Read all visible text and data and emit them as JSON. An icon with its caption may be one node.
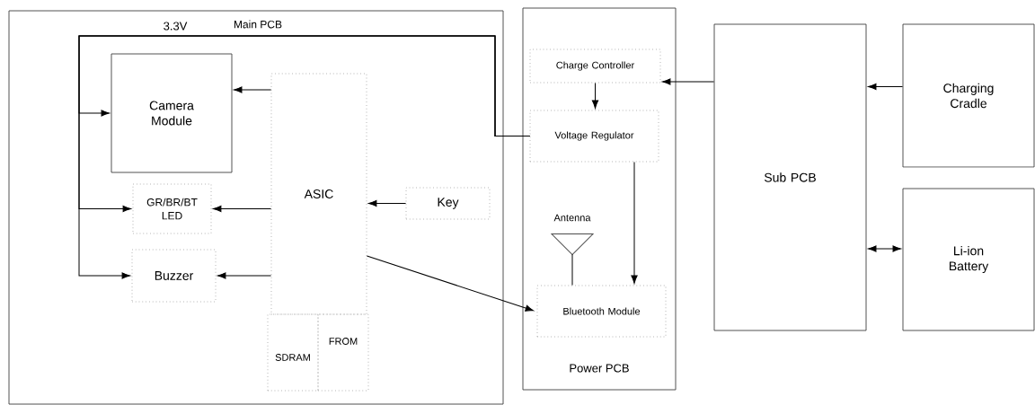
{
  "diagram": {
    "nodes": [
      {
        "text": [
          "Main PCB"
        ]
      },
      {
        "text": [
          "Camera Module"
        ],
        "in": 0
      },
      {
        "text": [
          "GR/BR/BT LED"
        ],
        "in": 0
      },
      {
        "text": [
          "Buzzer"
        ],
        "in": 0
      },
      {
        "text": [
          "ASIC"
        ],
        "in": 0
      },
      {
        "text": [
          "SDRAM"
        ],
        "in": 0
      },
      {
        "text": [
          "FROM"
        ],
        "in": 0
      },
      {
        "text": [
          "Key"
        ],
        "in": 0
      },
      {
        "text": [
          "Power PCB"
        ]
      },
      {
        "text": [
          "Charge Controller"
        ],
        "in": 8
      },
      {
        "text": [
          "Voltage Regulator"
        ],
        "in": 8
      },
      {
        "text": [
          "Antenna"
        ],
        "in": 8
      },
      {
        "text": [
          "Bluetooth Module"
        ],
        "in": 8
      },
      {
        "text": [
          "Sub PCB"
        ]
      },
      {
        "text": [
          "Charging Cradle"
        ]
      },
      {
        "text": [
          "Li-ion Battery"
        ]
      }
    ],
    "edges": [
      {
        "from": 10,
        "to": 1,
        "arrow": "to",
        "label": "3.3V"
      },
      {
        "from": 10,
        "to": 2,
        "arrow": "to"
      },
      {
        "from": 10,
        "to": 3,
        "arrow": "to"
      },
      {
        "from": 4,
        "to": 1,
        "arrow": "to"
      },
      {
        "from": 4,
        "to": 2,
        "arrow": "to"
      },
      {
        "from": 4,
        "to": 3,
        "arrow": "to"
      },
      {
        "from": 7,
        "to": 4,
        "arrow": "to"
      },
      {
        "from": 4,
        "to": 12,
        "arrow": "to"
      },
      {
        "from": 9,
        "to": 10,
        "arrow": "to"
      },
      {
        "from": 10,
        "to": 12,
        "arrow": "to"
      },
      {
        "from": 11,
        "to": 12,
        "arrow": "none"
      },
      {
        "from": 13,
        "to": 9,
        "arrow": "to"
      },
      {
        "from": 14,
        "to": 13,
        "arrow": "to"
      },
      {
        "from": 13,
        "to": 15,
        "arrow": "both"
      }
    ]
  }
}
